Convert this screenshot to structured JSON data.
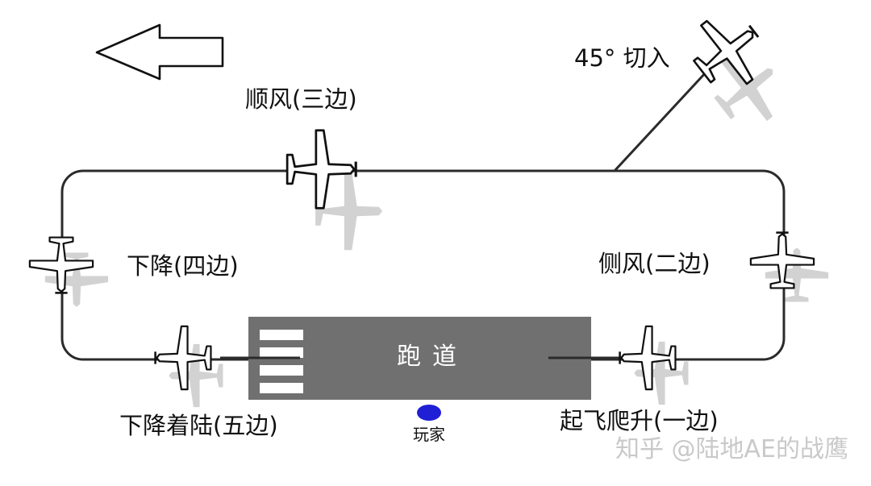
{
  "labels": {
    "entry": "45°  切入",
    "downwind": "顺风(三边)",
    "base": "下降(四边)",
    "crosswind": "侧风(二边)",
    "final": "下降着陆(五边)",
    "upwind": "起飞爬升(一边)",
    "runway": "跑道",
    "player": "玩家"
  },
  "watermark": "知乎 @陆地AE的战鹰",
  "colors": {
    "path": "#2b2b2b",
    "runway": "#707070",
    "player": "#1f1fd6",
    "shadow": "#d2d2d2"
  }
}
